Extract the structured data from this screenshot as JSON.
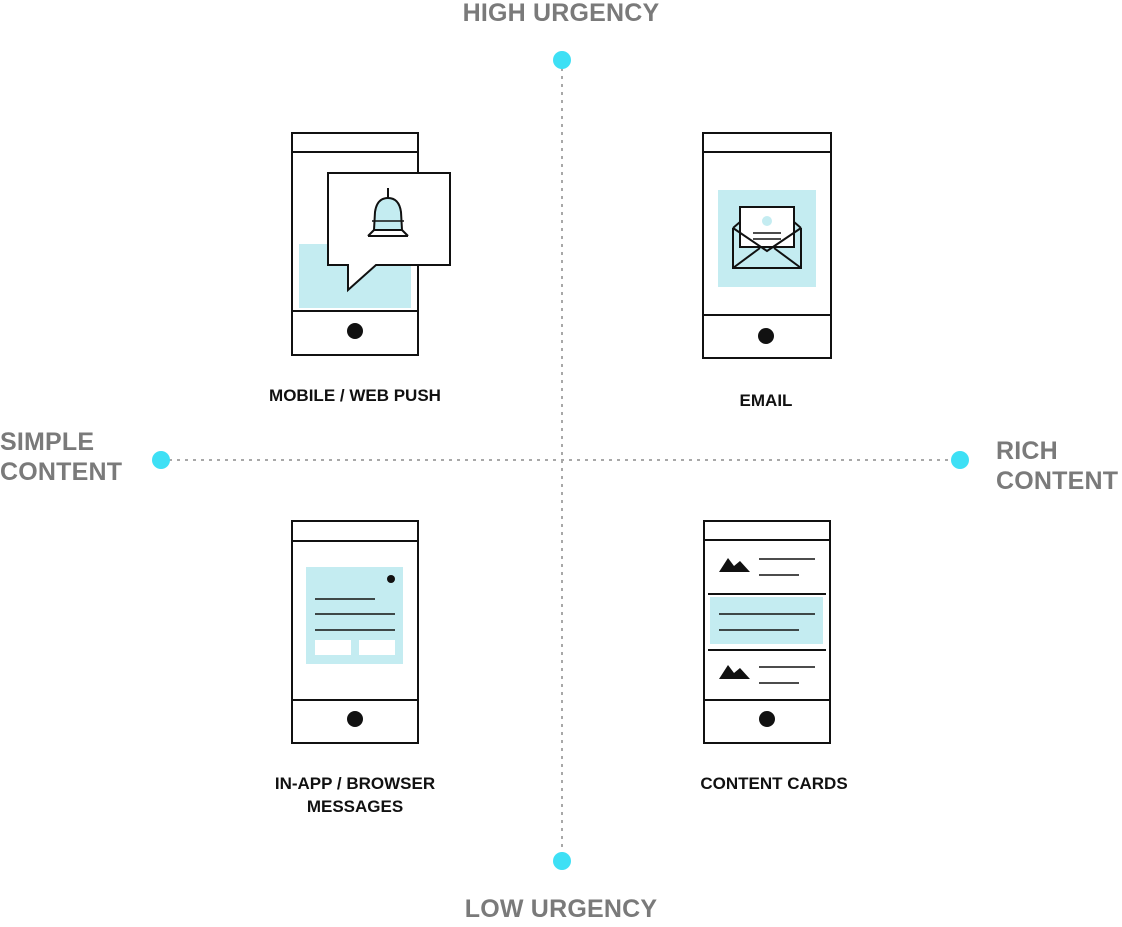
{
  "axes": {
    "top": "HIGH URGENCY",
    "bottom": "LOW URGENCY",
    "left": [
      "SIMPLE",
      "CONTENT"
    ],
    "right": [
      "RICH",
      "CONTENT"
    ]
  },
  "quadrants": {
    "top_left": "MOBILE / WEB PUSH",
    "top_right": "EMAIL",
    "bottom_left": [
      "IN-APP / BROWSER",
      "MESSAGES"
    ],
    "bottom_right": "CONTENT CARDS"
  },
  "colors": {
    "accent_dot": "#3ee0f5",
    "fill_light": "#c4ecf1",
    "axis_text": "#7a7a7a",
    "stroke": "#111111",
    "axis_line": "#a8a8a8"
  }
}
